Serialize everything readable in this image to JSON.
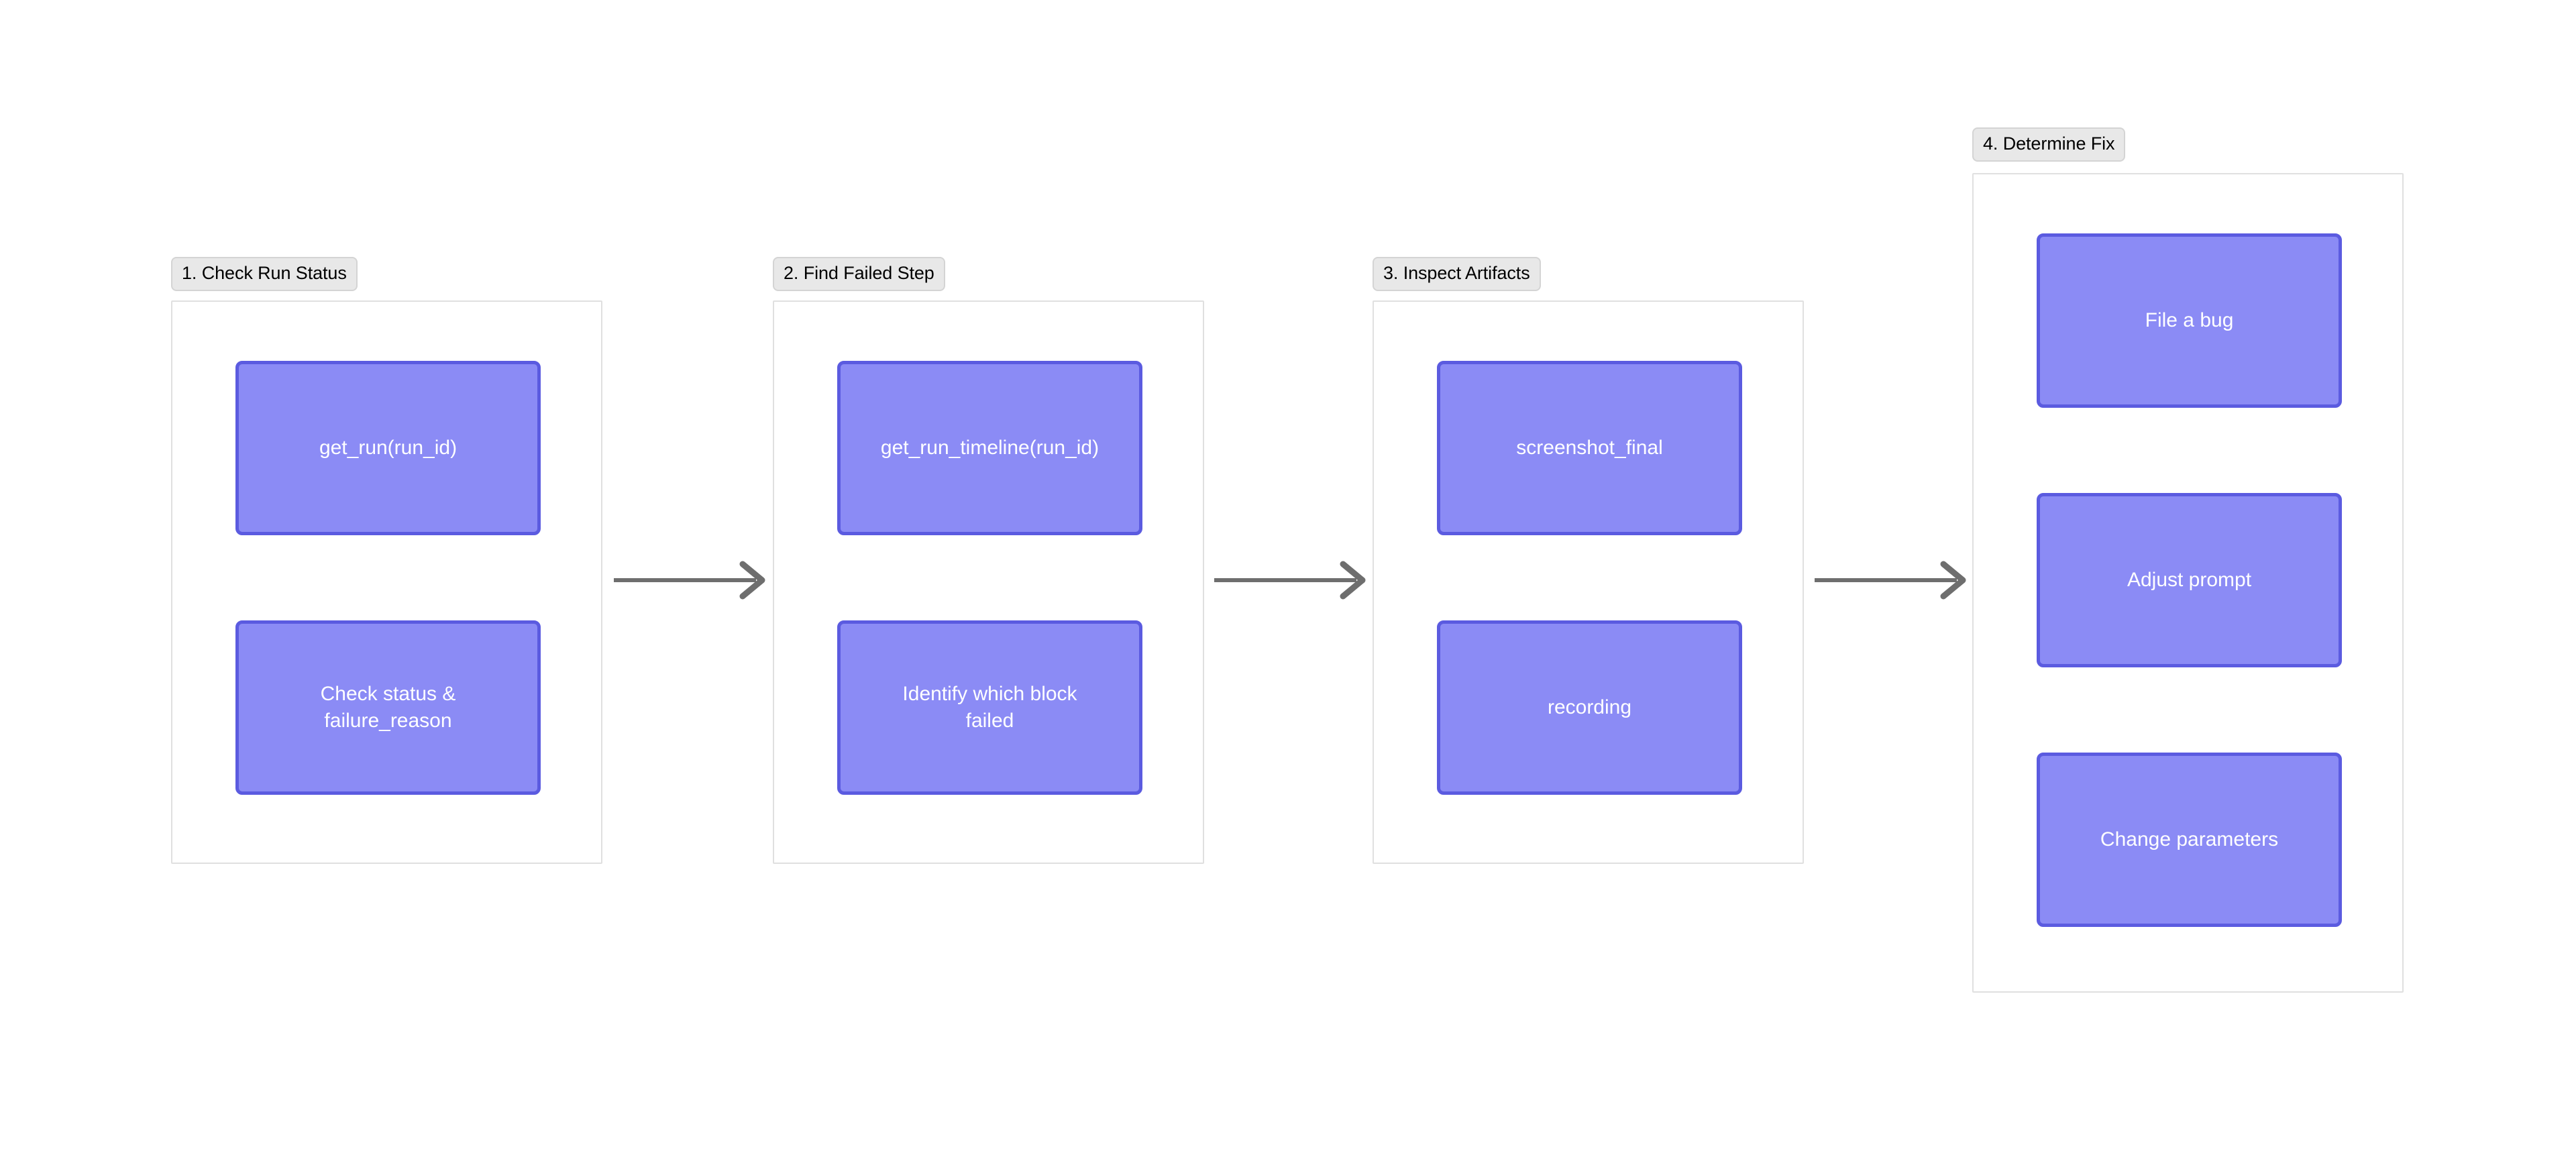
{
  "diagram": {
    "type": "flowchart",
    "orientation": "left-to-right",
    "background_color": "#ffffff",
    "node_fill_color": "#8b8bf5",
    "node_border_color": "#5b5be0",
    "node_text_color": "#ffffff",
    "group_border_color": "#e0e0e0",
    "group_label_fill_color": "#e8e8e8",
    "arrow_color": "#6e6e6e",
    "groups": [
      {
        "id": "group-1",
        "label": "1. Check Run Status",
        "nodes": [
          {
            "id": "node-get-run",
            "label": "get_run(run_id)"
          },
          {
            "id": "node-check-status",
            "label": "Check status &\nfailure_reason"
          }
        ]
      },
      {
        "id": "group-2",
        "label": "2. Find Failed Step",
        "nodes": [
          {
            "id": "node-get-run-timeline",
            "label": "get_run_timeline(run_id)"
          },
          {
            "id": "node-identify-block",
            "label": "Identify which block\nfailed"
          }
        ]
      },
      {
        "id": "group-3",
        "label": "3. Inspect Artifacts",
        "nodes": [
          {
            "id": "node-screenshot-final",
            "label": "screenshot_final"
          },
          {
            "id": "node-recording",
            "label": "recording"
          }
        ]
      },
      {
        "id": "group-4",
        "label": "4. Determine Fix",
        "nodes": [
          {
            "id": "node-file-a-bug",
            "label": "File a bug"
          },
          {
            "id": "node-adjust-prompt",
            "label": "Adjust prompt"
          },
          {
            "id": "node-change-parameters",
            "label": "Change parameters"
          }
        ]
      }
    ],
    "connectors": [
      {
        "id": "arrow-1",
        "from": "group-1",
        "to": "group-2",
        "style": "solid-arrow-right"
      },
      {
        "id": "arrow-2",
        "from": "group-2",
        "to": "group-3",
        "style": "solid-arrow-right"
      },
      {
        "id": "arrow-3",
        "from": "group-3",
        "to": "group-4",
        "style": "solid-arrow-right"
      }
    ]
  }
}
